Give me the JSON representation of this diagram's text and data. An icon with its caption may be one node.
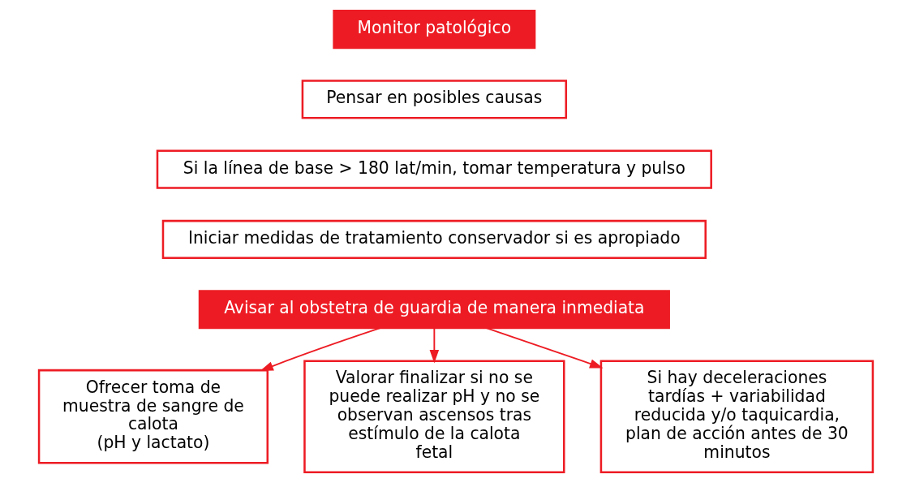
{
  "diagram": {
    "nodes": [
      {
        "text": [
          "Monitor patológico"
        ]
      },
      {
        "text": [
          "Pensar en posibles causas"
        ]
      },
      {
        "text": [
          "Si la línea de base > 180 lat/min, tomar temperatura y pulso"
        ]
      },
      {
        "text": [
          "Iniciar medidas de tratamiento conservador si es apropiado"
        ]
      },
      {
        "text": [
          "Avisar al obstetra de guardia de manera inmediata"
        ]
      },
      {
        "text": [
          "Ofrecer toma de muestra de sangre de calota",
          "(pH y lactato)"
        ]
      },
      {
        "text": [
          "Valorar finalizar si no se puede realizar pH y no se observan ascensos tras estímulo de la calota fetal"
        ]
      },
      {
        "text": [
          "Si hay deceleraciones tardías + variabilidad reducida y/o taquicardia, plan de acción antes de 30 minutos"
        ]
      }
    ],
    "edges": [
      {
        "from": 4,
        "to": 5,
        "arrow": "to"
      },
      {
        "from": 4,
        "to": 6,
        "arrow": "to"
      },
      {
        "from": 4,
        "to": 7,
        "arrow": "to"
      }
    ]
  }
}
